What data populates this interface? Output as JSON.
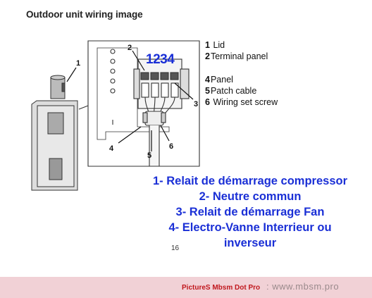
{
  "header": {
    "title": "Outdoor unit wiring image"
  },
  "diagram": {
    "callout_numbers": [
      "1",
      "2",
      "3",
      "4",
      "5",
      "6"
    ],
    "terminal_numbers": "1234"
  },
  "legend": {
    "items": [
      {
        "num": "1",
        "label": "Lid"
      },
      {
        "num": "2",
        "label": "Terminal panel"
      },
      {
        "num": "4",
        "label": "Panel"
      },
      {
        "num": "5",
        "label": "Patch cable"
      },
      {
        "num": "6",
        "label": "Wiring set screw"
      }
    ]
  },
  "annotation": {
    "lines": [
      "1- Relait de démarrage compressor",
      "2- Neutre commun",
      "3- Relait de démarrage Fan",
      "4- Electro-Vanne Interrieur ou",
      "inverseur"
    ]
  },
  "page": {
    "number": "16"
  },
  "footer": {
    "label": "PictureS Mbsm Dot Pro",
    "url": ": www.mbsm.pro"
  },
  "colors": {
    "annotation": "#1a2fd6",
    "footer_bg": "#f1d1d6",
    "footer_label": "#c0171d"
  }
}
